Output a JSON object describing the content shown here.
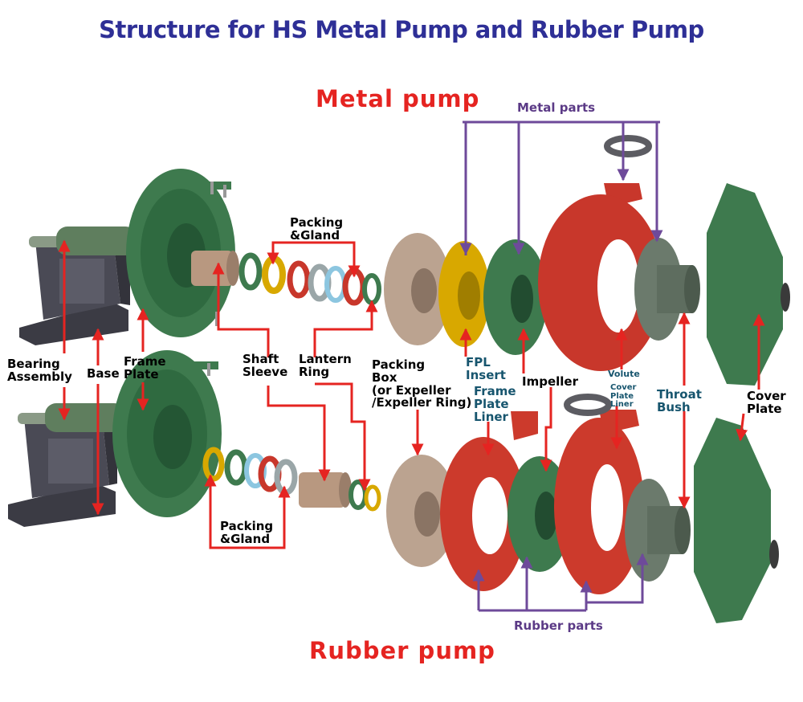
{
  "title": "Structure for HS Metal Pump and Rubber Pump",
  "section_titles": {
    "metal": "Metal pump",
    "rubber": "Rubber pump"
  },
  "group_labels": {
    "metal_parts": "Metal parts",
    "rubber_parts": "Rubber parts"
  },
  "labels": {
    "bearing_assembly": "Bearing\nAssembly",
    "base": "Base",
    "frame_plate": "Frame\nPlate",
    "shaft_sleeve": "Shaft\nSleeve",
    "lantern_ring": "Lantern\nRing",
    "packing_gland_top": "Packing\n&Gland",
    "packing_gland_bottom": "Packing\n&Gland",
    "packing_box": "Packing\nBox\n(or Expeller\n/Expeller Ring)",
    "fpl_insert": "FPL\nInsert",
    "frame_plate_liner": "Frame\nPlate\nLiner",
    "impeller": "Impeller",
    "volute": "Volute",
    "cover_plate_liner": "Cover\nPlate\nLiner",
    "throat_bush": "Throat\nBush",
    "cover_plate": "Cover\nPlate"
  },
  "colors": {
    "title": "#2e2f96",
    "section_title": "#e52421",
    "arrows_red": "#e52421",
    "arrows_purple": "#6e4a9a",
    "label_black": "#000000",
    "label_blue": "#17556e",
    "label_purple": "#5b3a86",
    "frame_green": "#3e7a4e",
    "metal_red": "#c8372b",
    "rubber_red": "#cc3a2c",
    "fpl_yellow": "#d8a800",
    "expeller_tan": "#bba390",
    "base_gray": "#4a4a55"
  }
}
